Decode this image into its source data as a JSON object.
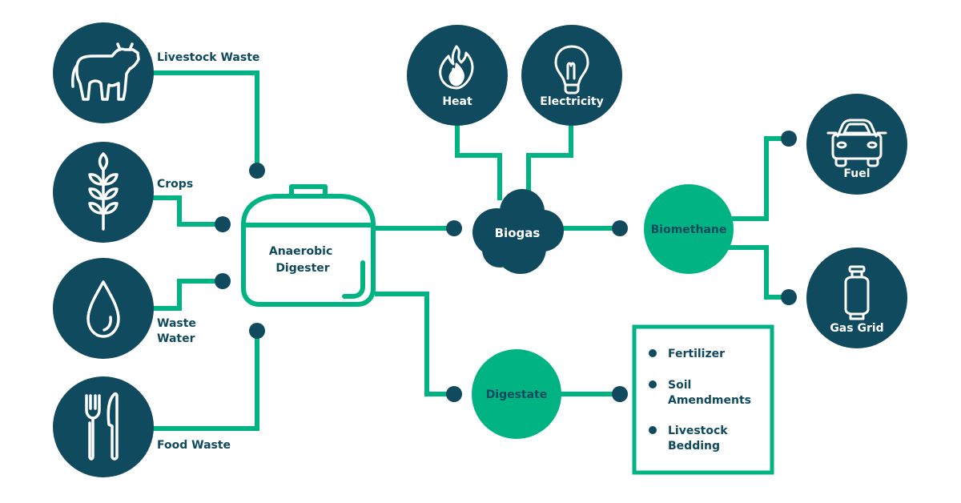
{
  "colors": {
    "navy": "#0f4a5e",
    "green": "#00b383",
    "white": "#ffffff"
  },
  "inputs": [
    {
      "id": "livestock",
      "label_lines": [
        "Livestock Waste"
      ],
      "icon": "cow-icon"
    },
    {
      "id": "crops",
      "label_lines": [
        "Crops"
      ],
      "icon": "wheat-icon"
    },
    {
      "id": "wastewater",
      "label_lines": [
        "Waste",
        "Water"
      ],
      "icon": "water-drop-icon"
    },
    {
      "id": "foodwaste",
      "label_lines": [
        "Food Waste"
      ],
      "icon": "fork-knife-icon"
    }
  ],
  "digester": {
    "label_lines": [
      "Anaerobic",
      "Digester"
    ],
    "icon": "digester-tank-icon"
  },
  "biogas": {
    "label": "Biogas"
  },
  "biogas_uses": [
    {
      "id": "heat",
      "label": "Heat",
      "icon": "flame-icon"
    },
    {
      "id": "electricity",
      "label": "Electricity",
      "icon": "lightbulb-icon"
    }
  ],
  "biomethane": {
    "label": "Biomethane"
  },
  "biomethane_uses": [
    {
      "id": "fuel",
      "label": "Fuel",
      "icon": "car-icon"
    },
    {
      "id": "gasgrid",
      "label": "Gas Grid",
      "icon": "gas-cylinder-icon"
    }
  ],
  "digestate": {
    "label": "Digestate"
  },
  "digestate_products": [
    {
      "label_lines": [
        "Fertilizer"
      ]
    },
    {
      "label_lines": [
        "Soil",
        "Amendments"
      ]
    },
    {
      "label_lines": [
        "Livestock",
        "Bedding"
      ]
    }
  ]
}
